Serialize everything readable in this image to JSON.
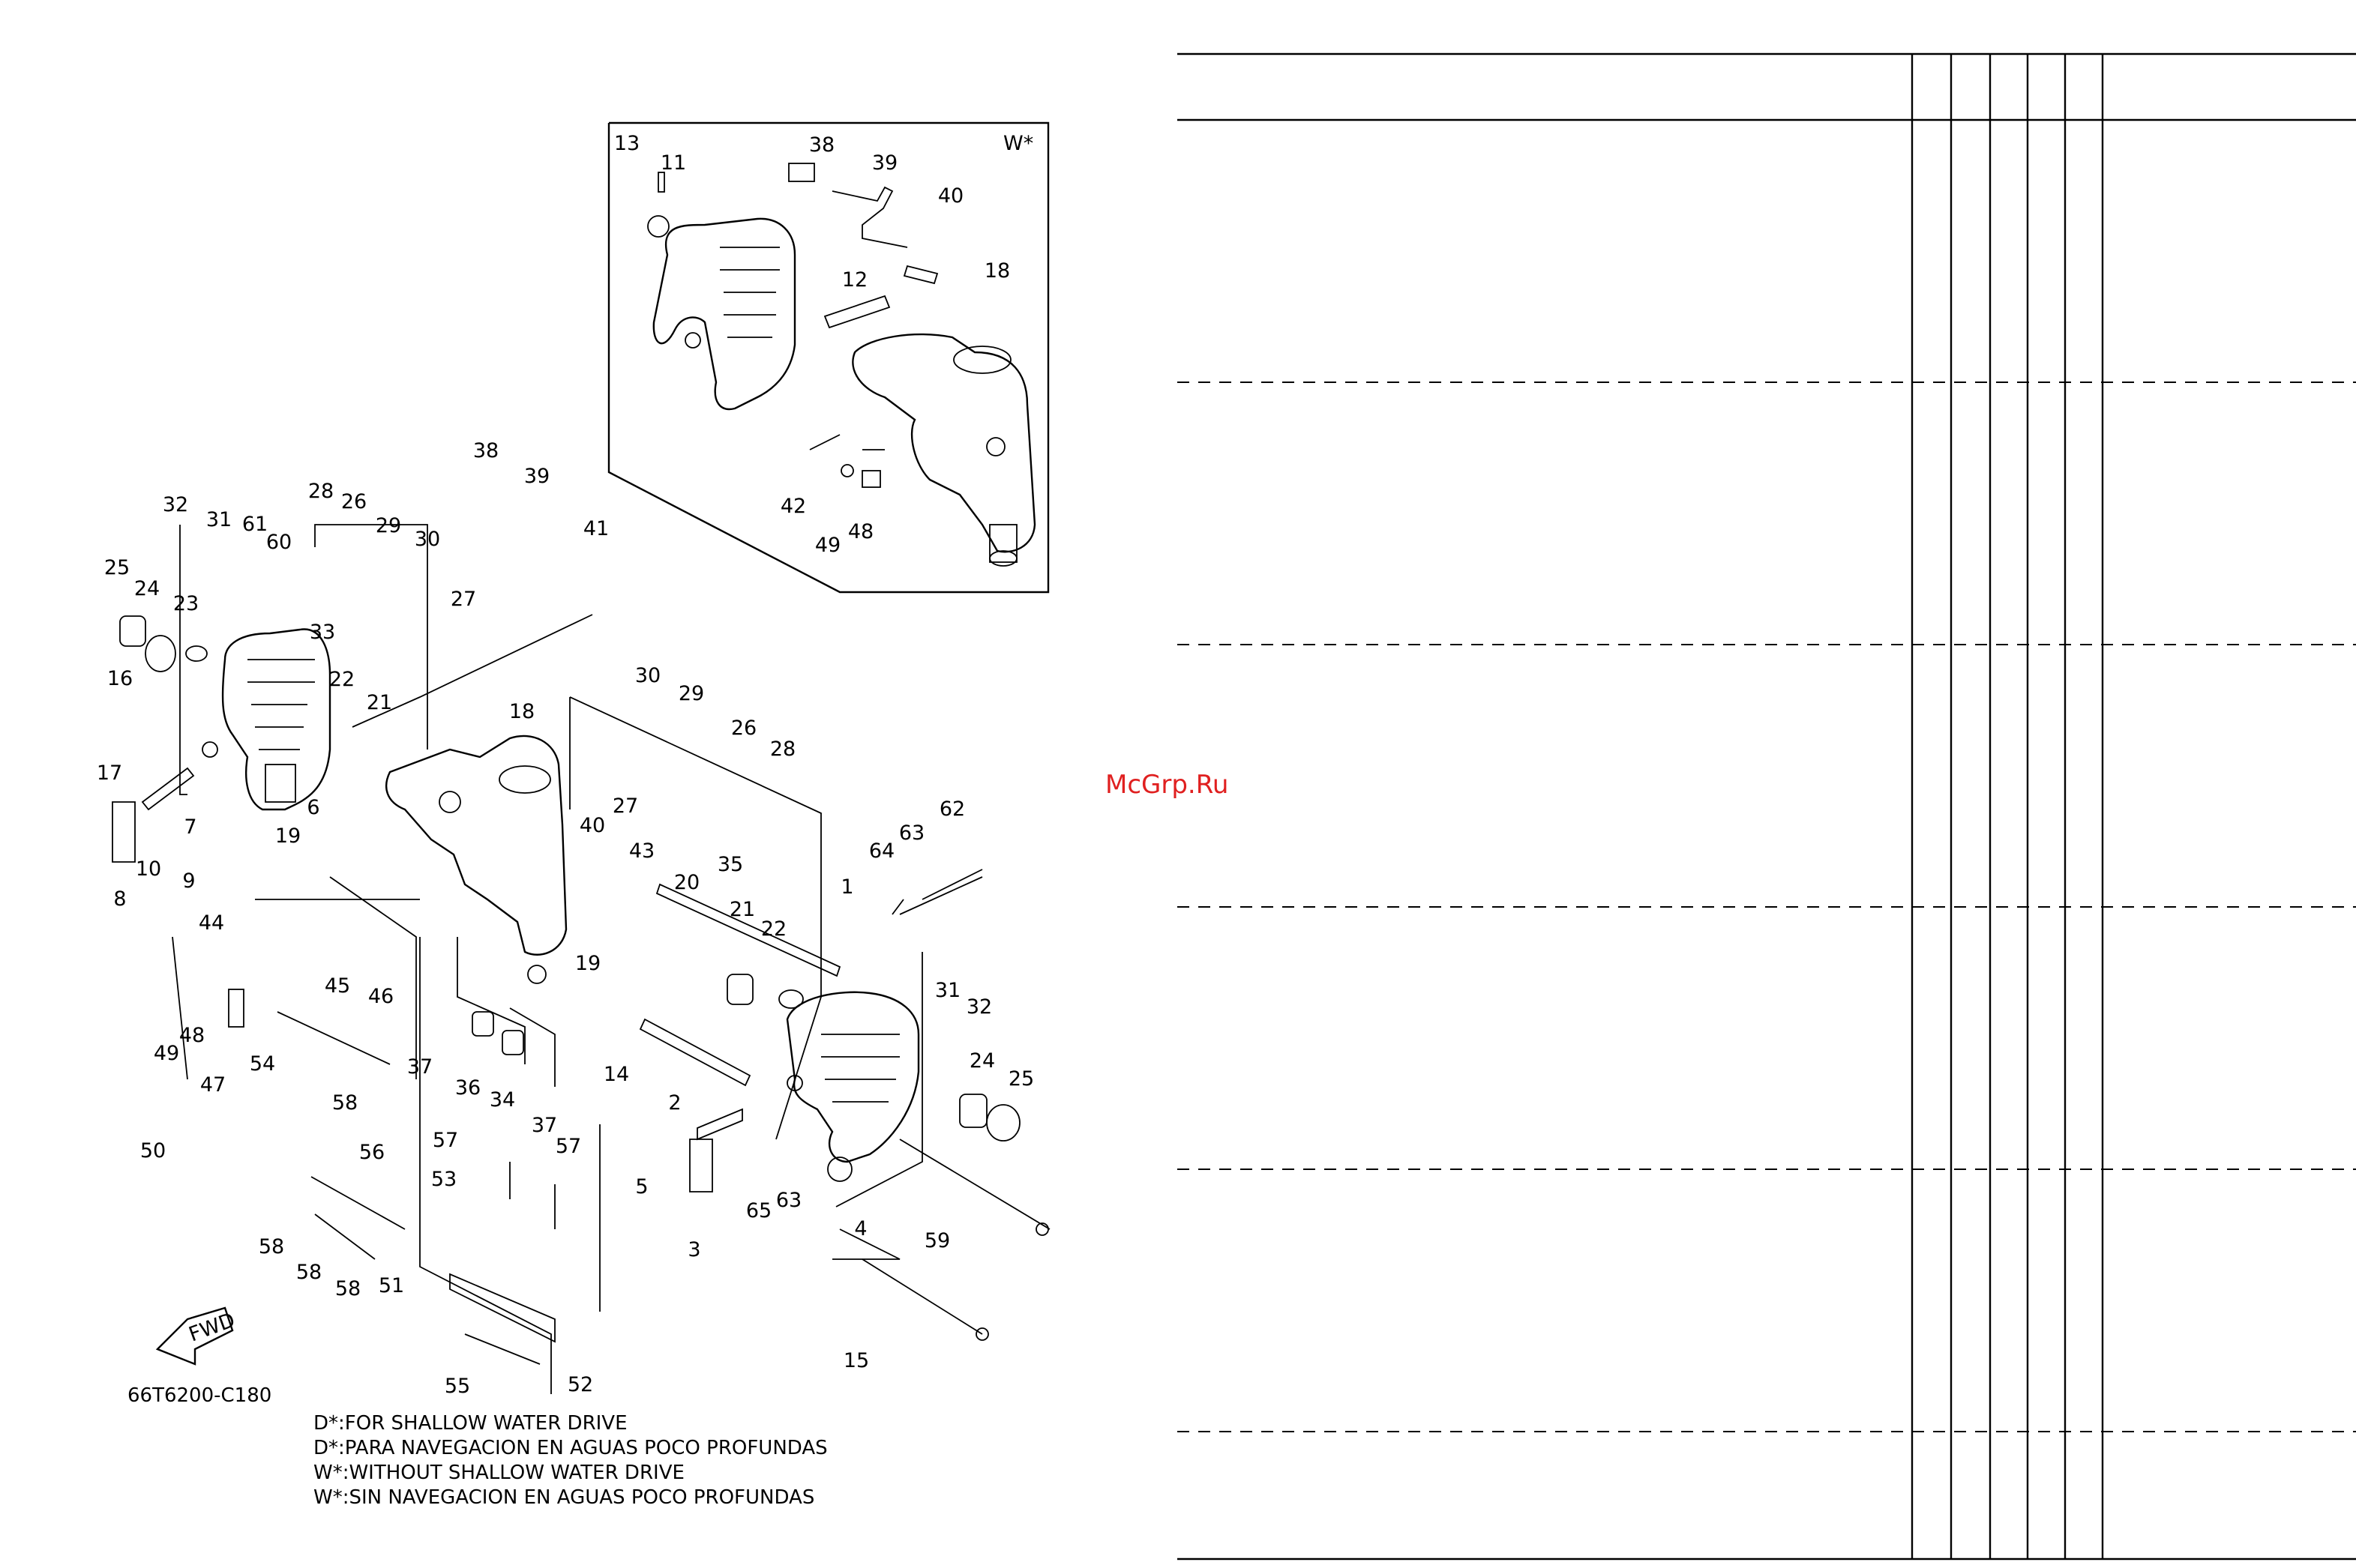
{
  "diagram": {
    "inset_badge": "W*",
    "fwd_label": "FWD",
    "drawing_code": "66T6200-C180",
    "footnotes": [
      "D*:FOR SHALLOW WATER DRIVE",
      "D*:PARA NAVEGACION EN AGUAS POCO PROFUNDAS",
      "W*:WITHOUT SHALLOW WATER DRIVE",
      "W*:SIN NAVEGACION EN AGUAS POCO PROFUNDAS"
    ],
    "watermark": "McGrp.Ru",
    "callouts": [
      "13",
      "11",
      "38",
      "39",
      "40",
      "12",
      "18",
      "42",
      "49",
      "48",
      "38",
      "39",
      "41",
      "32",
      "31",
      "61",
      "60",
      "28",
      "26",
      "29",
      "30",
      "27",
      "25",
      "24",
      "23",
      "33",
      "16",
      "22",
      "21",
      "17",
      "7",
      "6",
      "19",
      "8",
      "10",
      "9",
      "44",
      "45",
      "46",
      "49",
      "48",
      "47",
      "50",
      "54",
      "37",
      "58",
      "18",
      "30",
      "29",
      "26",
      "28",
      "27",
      "35",
      "40",
      "43",
      "20",
      "21",
      "22",
      "1",
      "64",
      "63",
      "62",
      "19",
      "36",
      "34",
      "37",
      "14",
      "31",
      "32",
      "24",
      "25",
      "2",
      "5",
      "65",
      "63",
      "4",
      "3",
      "59",
      "57",
      "57",
      "56",
      "53",
      "58",
      "58",
      "58",
      "51",
      "55",
      "52",
      "15"
    ]
  },
  "table": {
    "header_cells": [
      "",
      "",
      "",
      "",
      "",
      "",
      ""
    ],
    "rows": [
      "",
      "",
      "",
      "",
      "",
      ""
    ]
  }
}
